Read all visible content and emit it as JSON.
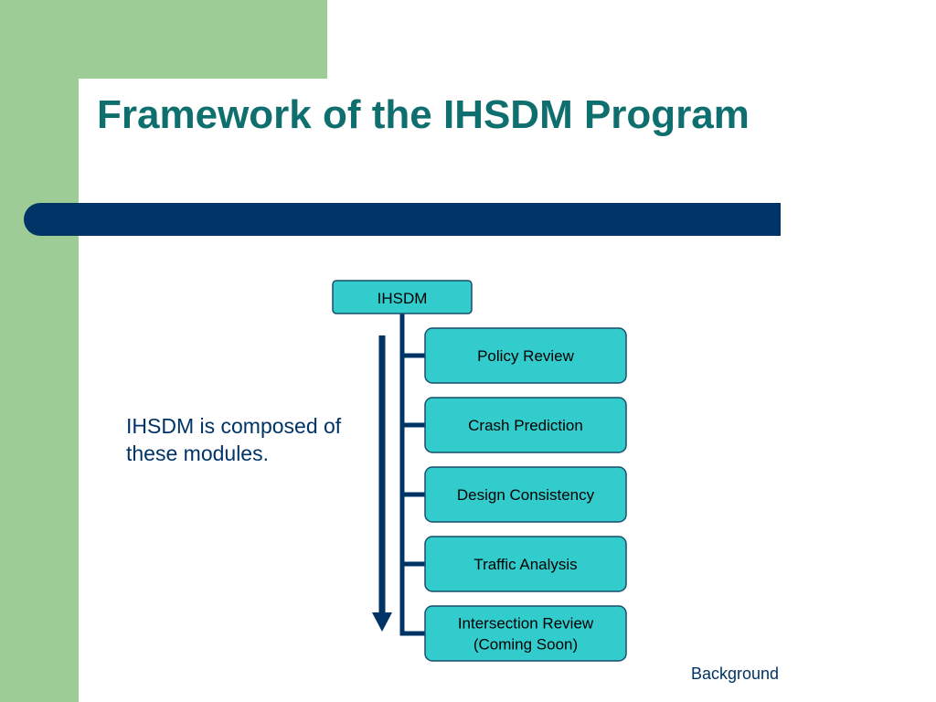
{
  "slide": {
    "title": "Framework of the IHSDM Program",
    "body_text": "IHSDM is composed of these modules.",
    "footer_link": "Background"
  },
  "colors": {
    "green_background": "#9dcc96",
    "title_text": "#0f6e6e",
    "bar": "#003366",
    "node_fill": "#33cccc",
    "node_border": "#1a4d6b",
    "connector": "#003366",
    "body_text": "#003366"
  },
  "diagram": {
    "root": "IHSDM",
    "modules": [
      {
        "lines": [
          "Policy Review"
        ]
      },
      {
        "lines": [
          "Crash Prediction"
        ]
      },
      {
        "lines": [
          "Design Consistency"
        ]
      },
      {
        "lines": [
          "Traffic Analysis"
        ]
      },
      {
        "lines": [
          "Intersection Review",
          "(Coming Soon)"
        ]
      }
    ]
  }
}
